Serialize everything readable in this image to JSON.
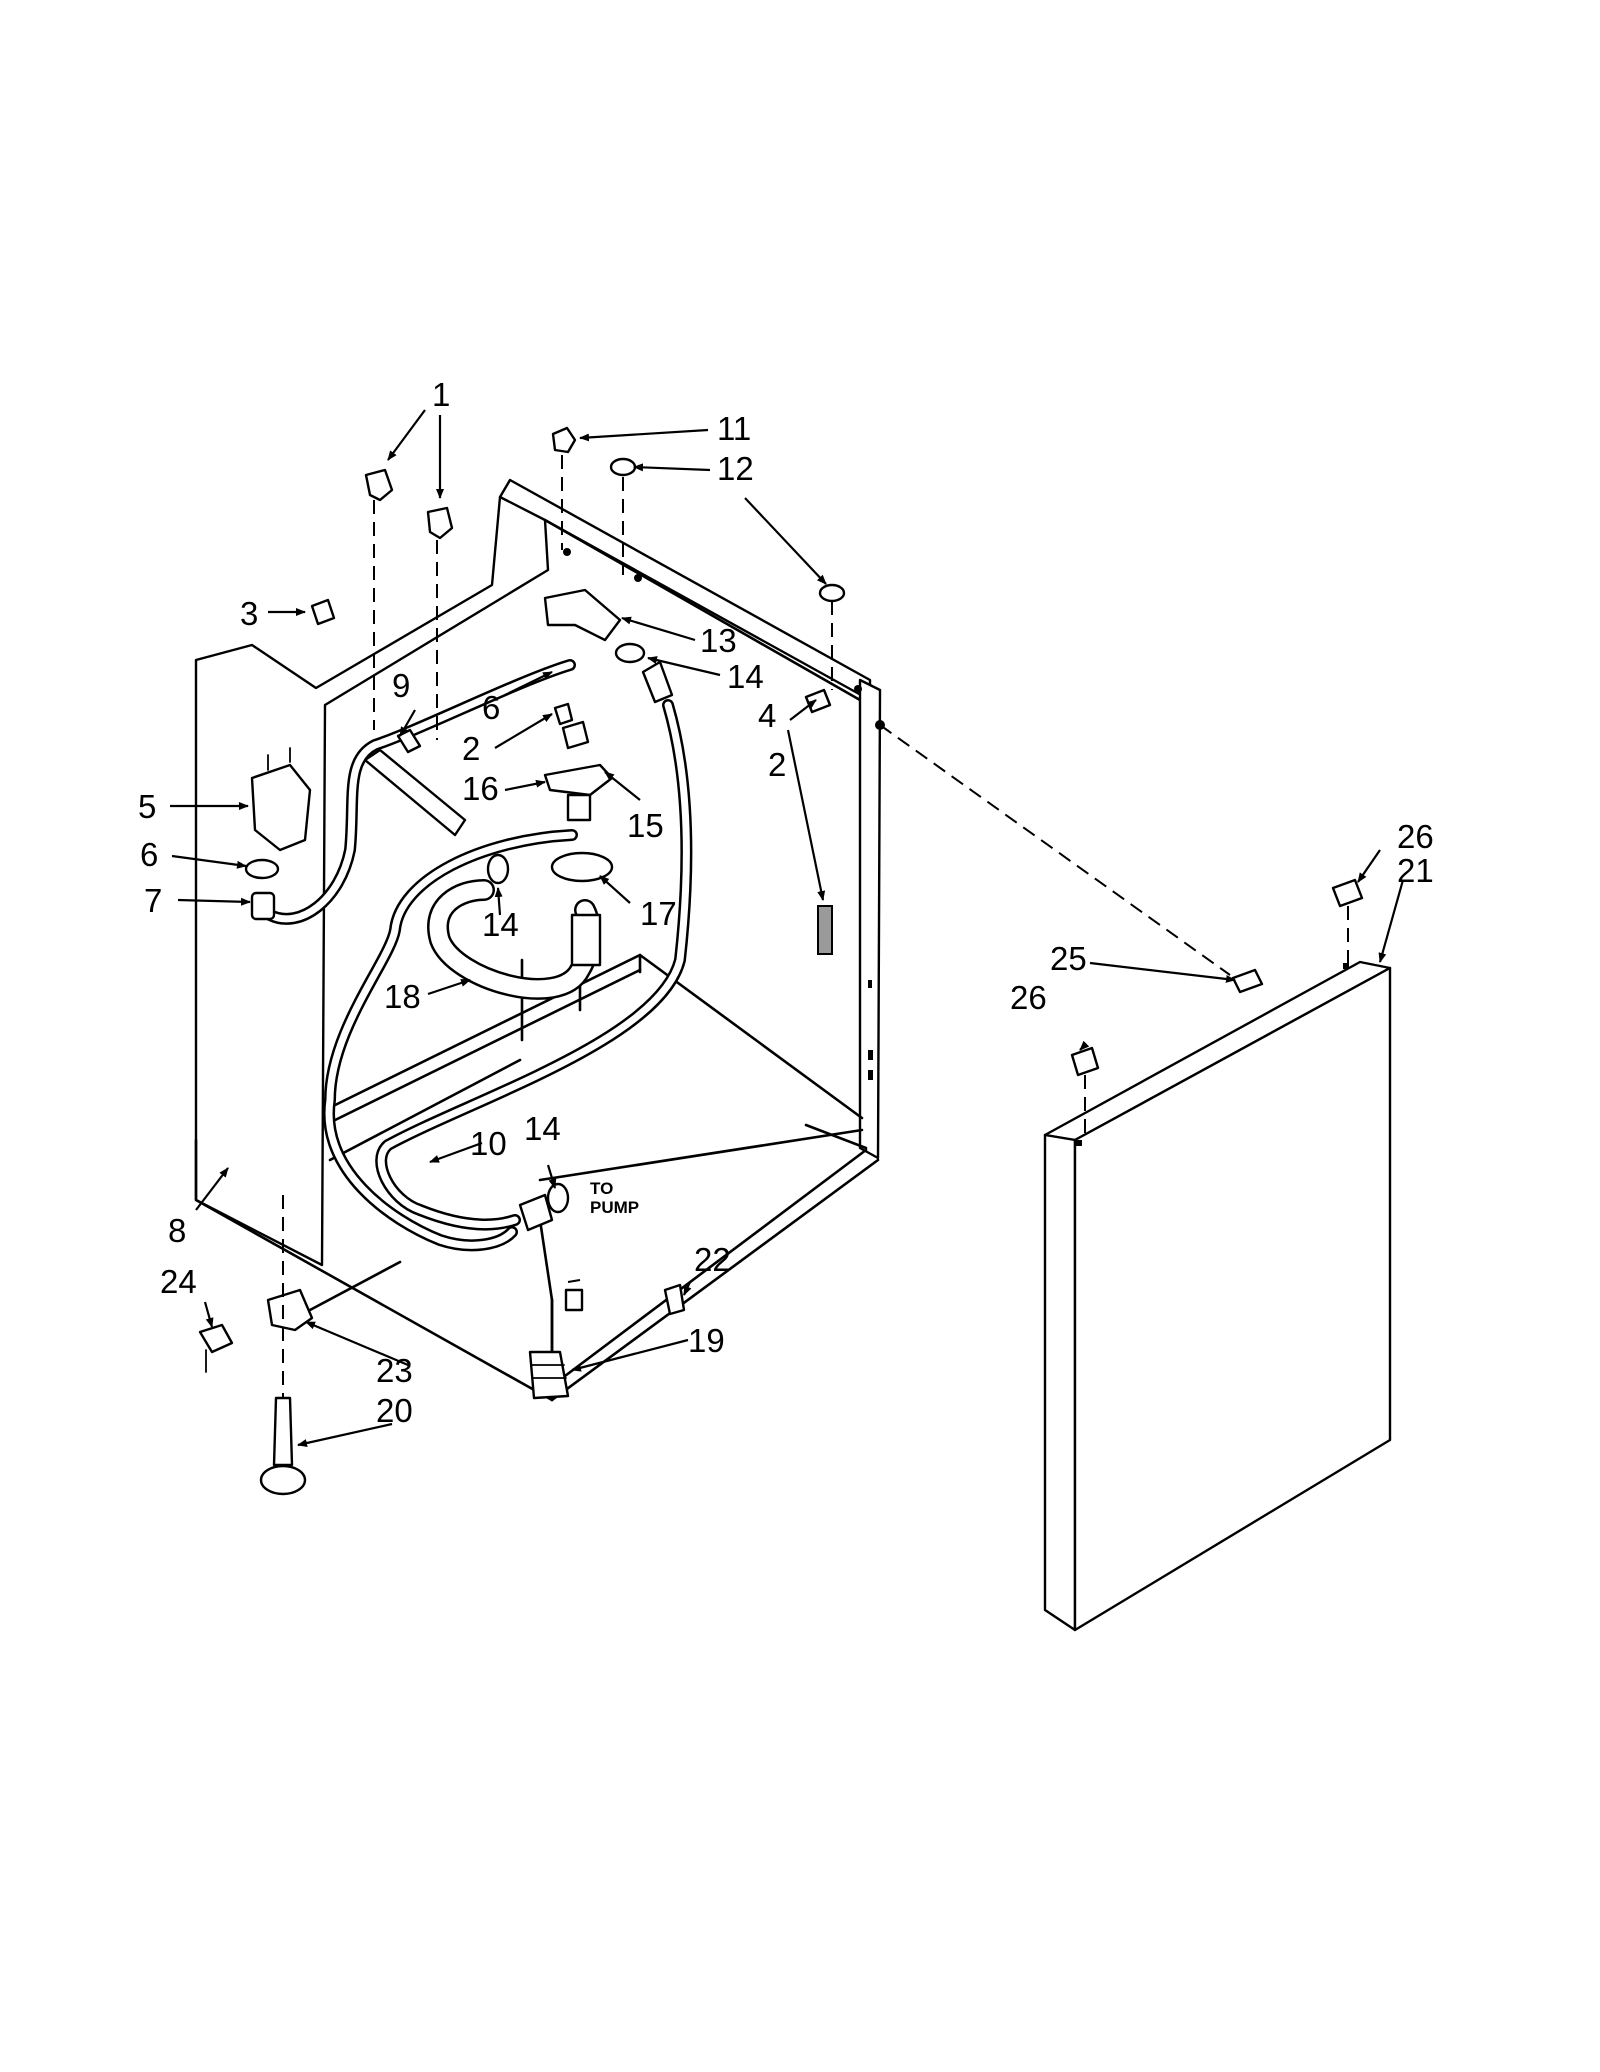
{
  "callouts": {
    "c1": "1",
    "c2a": "2",
    "c2b": "2",
    "c3": "3",
    "c4": "4",
    "c5": "5",
    "c6a": "6",
    "c6b": "6",
    "c7": "7",
    "c8": "8",
    "c9": "9",
    "c10": "10",
    "c11": "11",
    "c12": "12",
    "c13": "13",
    "c14a": "14",
    "c14b": "14",
    "c14c": "14",
    "c15": "15",
    "c16": "16",
    "c17": "17",
    "c18": "18",
    "c19": "19",
    "c20": "20",
    "c21": "21",
    "c22": "22",
    "c23": "23",
    "c24": "24",
    "c25": "25",
    "c26a": "26",
    "c26b": "26"
  },
  "notes": {
    "to_pump_line1": "TO",
    "to_pump_line2": "PUMP"
  }
}
